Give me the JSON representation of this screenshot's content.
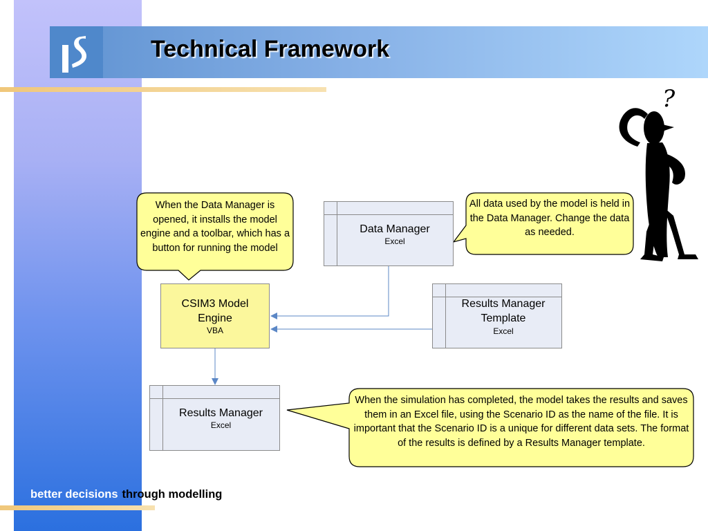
{
  "slide": {
    "title": "Technical Framework",
    "tagline_left": "better decisions",
    "tagline_right": "through modelling"
  },
  "callouts": {
    "data_manager_open": "When the Data Manager is opened, it installs the model engine and a toolbar, which has a button for running the model",
    "all_data": "All data used by the model is held in the Data Manager. Change the data as needed.",
    "simulation_complete": "When the simulation has completed, the model takes the results and saves them in an Excel file, using the Scenario ID as the name of the file.  It is important that the Scenario ID is a unique for different data sets.  The format of the results is defined by a Results Manager template."
  },
  "nodes": {
    "data_manager": {
      "label": "Data Manager",
      "sub": "Excel"
    },
    "engine": {
      "label": "CSIM3 Model Engine",
      "sub": "VBA"
    },
    "results_template": {
      "label": "Results Manager Template",
      "sub": "Excel"
    },
    "results_manager": {
      "label": "Results Manager",
      "sub": "Excel"
    }
  },
  "decor": {
    "confused_figure_mark": "?"
  },
  "colors": {
    "callout_fill": "#ffff99",
    "engine_fill": "#fbf79c",
    "box_fill": "#e8ecf6",
    "arrow": "#5b87c6"
  }
}
